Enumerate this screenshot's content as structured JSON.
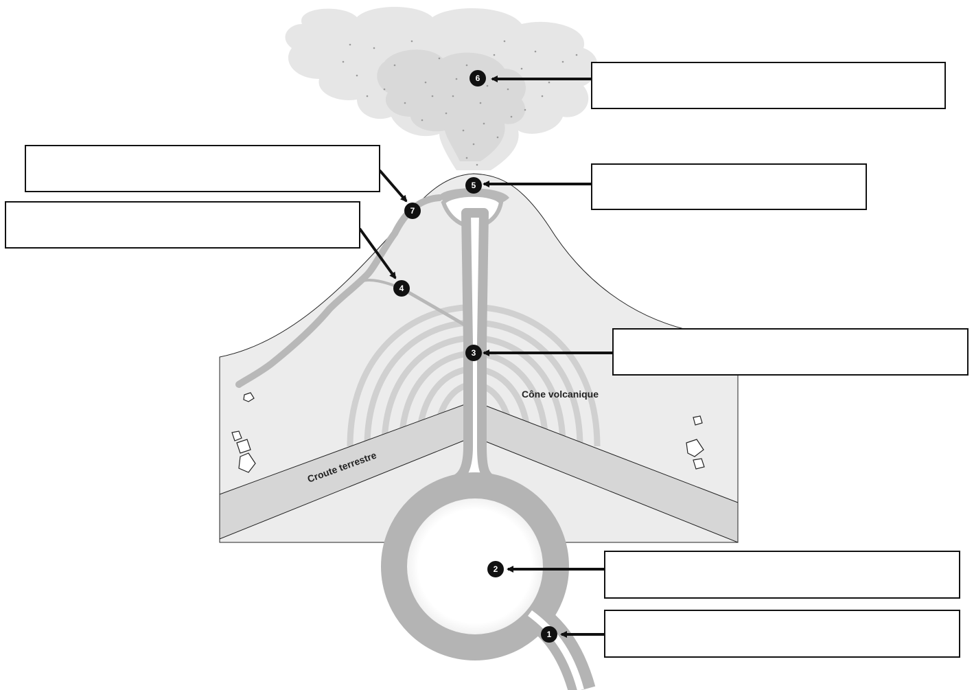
{
  "labels": {
    "cone": "Cône volcanique",
    "crust": "Croute terrestre"
  },
  "markers": [
    {
      "id": "marker-1",
      "text": "1"
    },
    {
      "id": "marker-2",
      "text": "2"
    },
    {
      "id": "marker-3",
      "text": "3"
    },
    {
      "id": "marker-4",
      "text": "4"
    },
    {
      "id": "marker-5",
      "text": "5"
    },
    {
      "id": "marker-6",
      "text": "6"
    },
    {
      "id": "marker-7",
      "text": "7"
    }
  ],
  "answer_boxes": [
    {
      "for": "1",
      "value": ""
    },
    {
      "for": "2",
      "value": ""
    },
    {
      "for": "3",
      "value": ""
    },
    {
      "for": "4",
      "value": ""
    },
    {
      "for": "5",
      "value": ""
    },
    {
      "for": "6",
      "value": ""
    },
    {
      "for": "7",
      "value": ""
    }
  ],
  "colors": {
    "cone_fill": "#ececec",
    "crust_fill": "#d6d6d6",
    "magma": "#b4b4b4",
    "ash_cloud": "#e4e4e4",
    "marker": "#111111",
    "arrow": "#111111"
  }
}
